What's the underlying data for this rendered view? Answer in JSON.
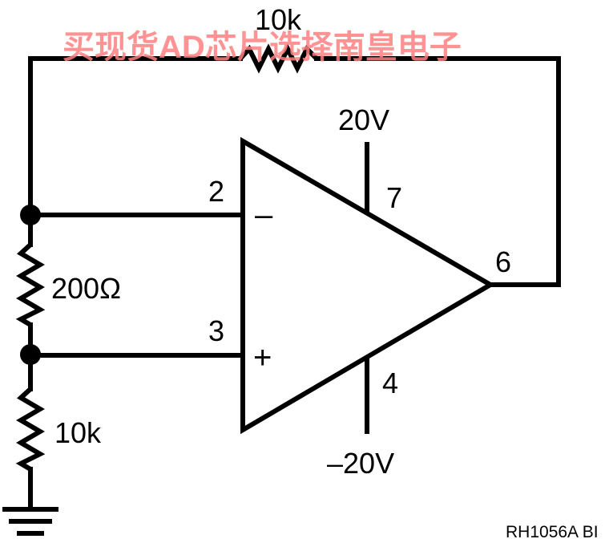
{
  "watermark": "买现货AD芯片选择南皇电子",
  "components": {
    "feedback_resistor": "10k",
    "middle_resistor": "200Ω",
    "bottom_resistor": "10k"
  },
  "supply": {
    "positive": "20V",
    "negative": "–20V"
  },
  "pins": {
    "inverting": "2",
    "noninverting": "3",
    "vplus": "7",
    "vminus": "4",
    "output": "6"
  },
  "opamp_signs": {
    "minus": "–",
    "plus": "+"
  },
  "reference": "RH1056A BI",
  "colors": {
    "line": "#000000",
    "watermark": "#ff7f7f",
    "background": "#ffffff"
  }
}
